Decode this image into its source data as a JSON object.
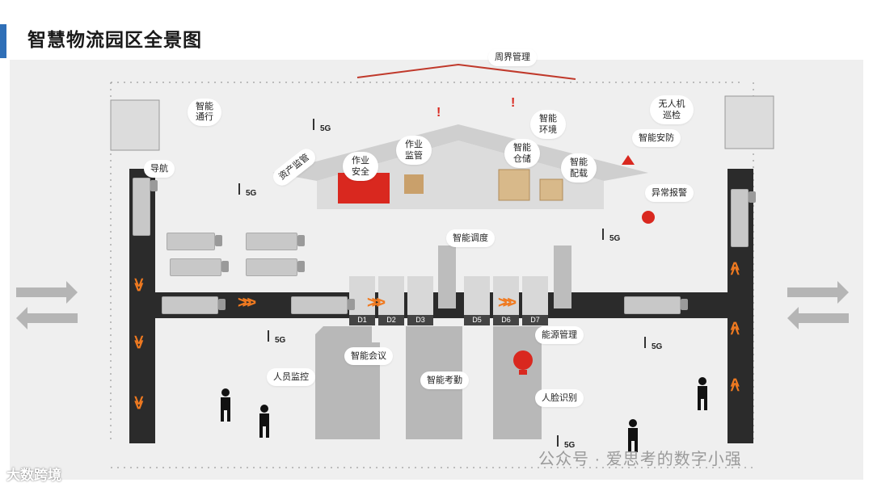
{
  "header": {
    "title": "智慧物流园区全景图"
  },
  "labels": {
    "perimeter": "周界管理",
    "smart_gate": "智能通行",
    "navigation": "导航",
    "asset_monitor": "资产监管",
    "work_safety": "作业安全",
    "work_supervision": "作业监管",
    "smart_env": "智能环境",
    "smart_storage": "智能仓储",
    "smart_loading": "智能配载",
    "drone_patrol": "无人机巡检",
    "smart_security": "智能安防",
    "alarm": "异常报警",
    "dispatch": "智能调度",
    "energy": "能源管理",
    "meeting": "智能会议",
    "personnel": "人员监控",
    "attendance": "智能考勤",
    "face_id": "人脸识别"
  },
  "signal_5g": "5G",
  "docks": [
    "D1",
    "D2",
    "D3",
    "D5",
    "D6",
    "D7"
  ],
  "watermarks": {
    "wechat": "公众号 · 爱思考的数字小强",
    "corner": "大数跨境"
  },
  "colors": {
    "road": "#2b2b2b",
    "accent": "#f07a20",
    "alert": "#d9281f",
    "building": "#bdbdbd",
    "title_bar": "#2f6fb7"
  }
}
